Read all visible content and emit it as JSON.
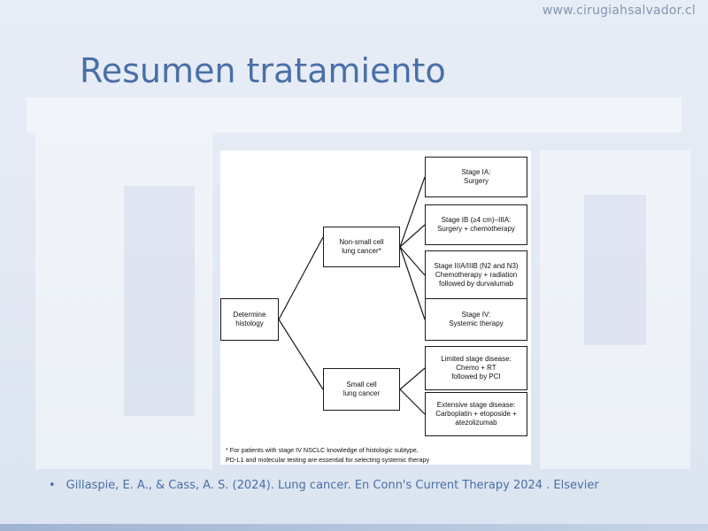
{
  "header": {
    "site_url": "www.cirugiahsalvador.cl"
  },
  "slide": {
    "title": "Resumen tratamiento"
  },
  "diagram": {
    "root": "Determine\nhistology",
    "branches": [
      {
        "label": "Non-small cell\nlung cancer*",
        "leaves": [
          "Stage IA:\nSurgery",
          "Stage IB (≥4 cm)–IIIA:\nSurgery + chemotherapy",
          "Stage IIIA/IIIB (N2 and N3)\nChemotherapy + radiation\nfollowed by durvalumab",
          "Stage IV:\nSystemic therapy"
        ]
      },
      {
        "label": "Small cell\nlung cancer",
        "leaves": [
          "Limited stage disease:\nChemo + RT\nfollowed by PCI",
          "Extensive stage disease:\nCarboplatin + etoposide +\natezolizumab"
        ]
      }
    ],
    "footnote": "* For patients with stage IV NSCLC knowledge of histologic subtype,\n   PD-L1 and molecular testing are essential for selecting systemic therapy"
  },
  "citation": {
    "bullet": "•",
    "text": "Gillaspie, E. A., & Cass, A. S. (2024). Lung cancer. En Conn's Current Therapy 2024 . Elsevier"
  },
  "colors": {
    "title": "#4a6fa8",
    "url": "#8396b3",
    "background": "#e3eaf4"
  }
}
